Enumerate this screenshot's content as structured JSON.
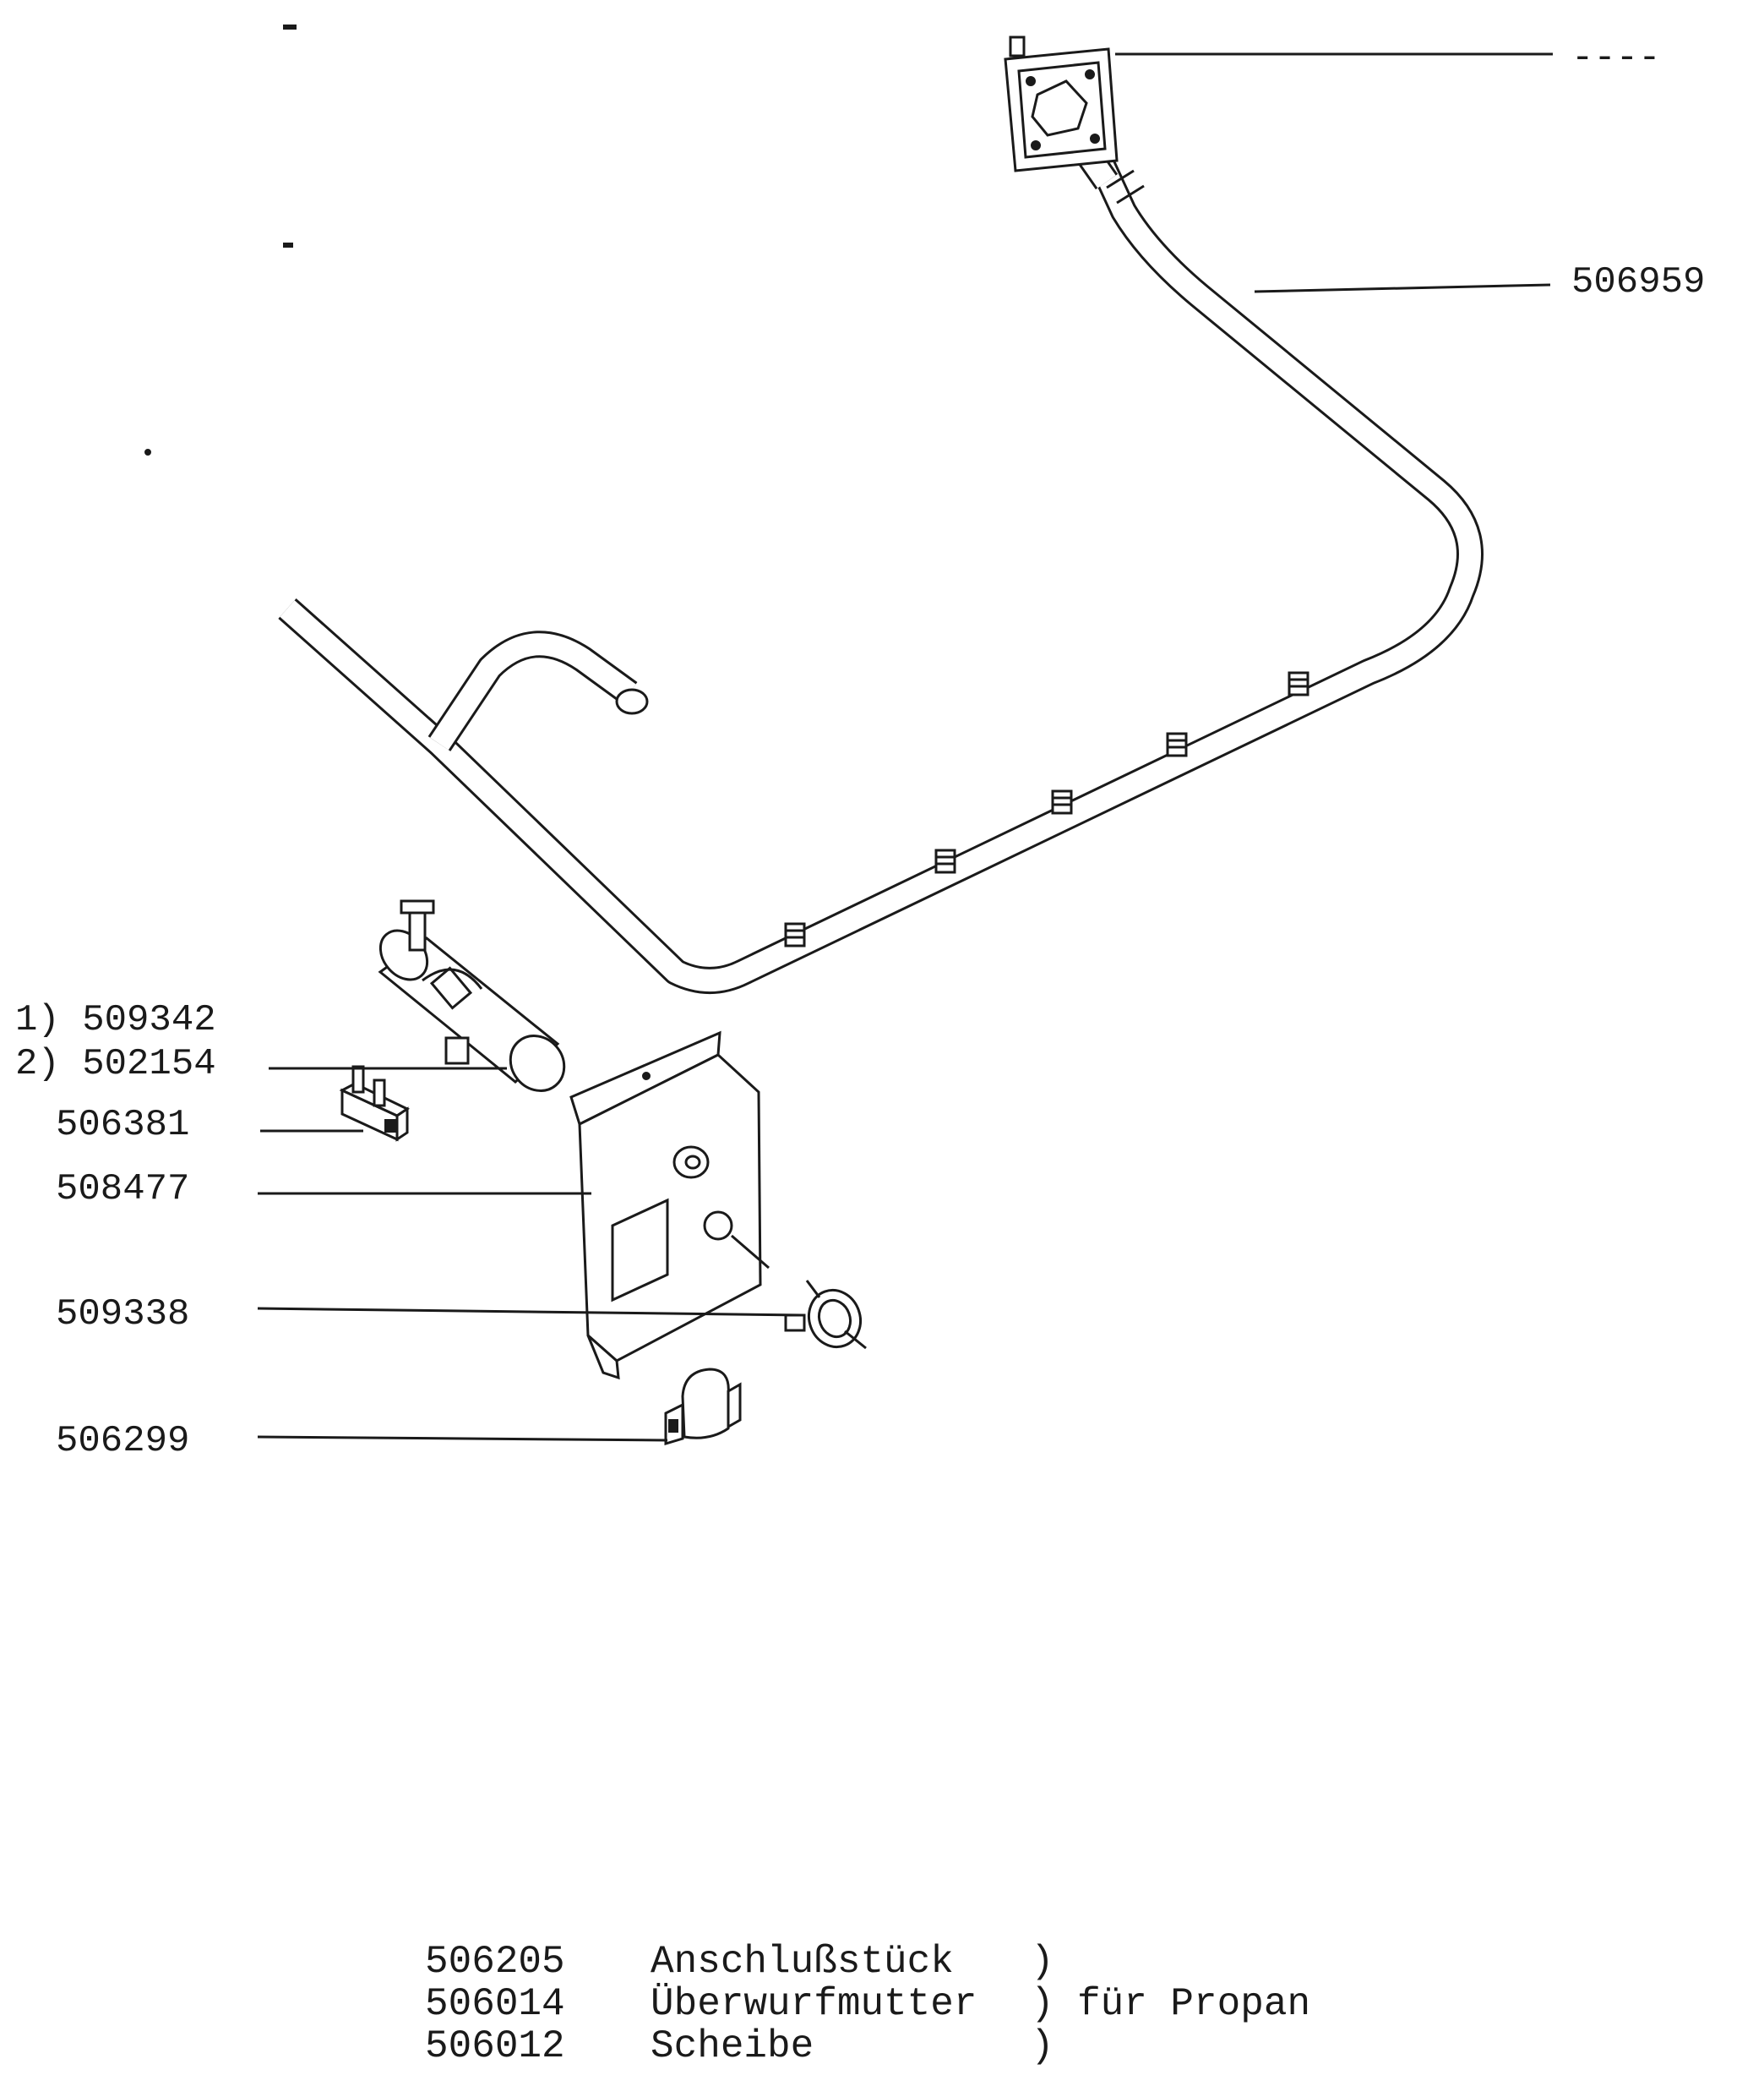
{
  "labels": {
    "top_right": "----",
    "pipe": "506959",
    "valve_1": "1) 509342",
    "valve_2": "2) 502154",
    "connector": "506381",
    "bracket": "508477",
    "clip": "509338",
    "clamp": "506299"
  },
  "legend": [
    {
      "code": "506205",
      "name": "Anschlußstück",
      "brace": ")",
      "note": ""
    },
    {
      "code": "506014",
      "name": "Überwurfmutter",
      "brace": ")",
      "note": "für Propan"
    },
    {
      "code": "506012",
      "name": "Scheibe",
      "brace": ")",
      "note": ""
    }
  ]
}
